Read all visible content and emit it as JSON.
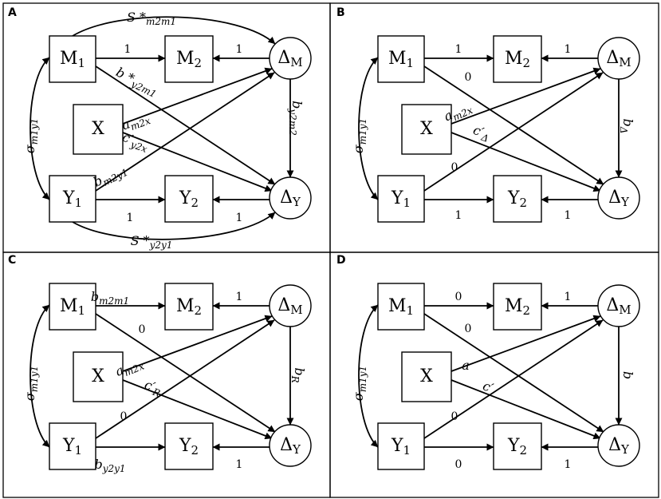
{
  "panels": [
    {
      "label": "A",
      "nodes": {
        "m1": [
          "M",
          "1"
        ],
        "m2": [
          "M",
          "2"
        ],
        "x": [
          "X",
          ""
        ],
        "y1": [
          "Y",
          "1"
        ],
        "y2": [
          "Y",
          "2"
        ],
        "dm": [
          "Δ",
          "M"
        ],
        "dy": [
          "Δ",
          "Y"
        ]
      },
      "edges": {
        "m1_m2": [
          "1",
          ""
        ],
        "dm_m2": [
          "1",
          ""
        ],
        "y1_y2": [
          "1",
          ""
        ],
        "dy_y2": [
          "1",
          ""
        ],
        "m1_dy": [
          "b *",
          "y2m1"
        ],
        "y1_dm": [
          "b",
          "m2y1"
        ],
        "x_dm": [
          "a",
          "m2x"
        ],
        "x_dy": [
          "c′",
          "y2x"
        ],
        "dm_dy": [
          "b",
          "y2m2"
        ],
        "sigma": [
          "σ",
          "m1y1"
        ],
        "s_top": [
          "S *",
          "m2m1"
        ],
        "s_bot": [
          "S *",
          "y2y1"
        ]
      }
    },
    {
      "label": "B",
      "nodes": {
        "m1": [
          "M",
          "1"
        ],
        "m2": [
          "M",
          "2"
        ],
        "x": [
          "X",
          ""
        ],
        "y1": [
          "Y",
          "1"
        ],
        "y2": [
          "Y",
          "2"
        ],
        "dm": [
          "Δ",
          "M"
        ],
        "dy": [
          "Δ",
          "Y"
        ]
      },
      "edges": {
        "m1_m2": [
          "1",
          ""
        ],
        "dm_m2": [
          "1",
          ""
        ],
        "y1_y2": [
          "1",
          ""
        ],
        "dy_y2": [
          "1",
          ""
        ],
        "m1_dy": [
          "0",
          ""
        ],
        "y1_dm": [
          "0",
          ""
        ],
        "x_dm": [
          "a",
          "m2x"
        ],
        "x_dy": [
          "c′",
          "Δ"
        ],
        "dm_dy": [
          "b",
          "Δ"
        ],
        "sigma": [
          "σ",
          "m1y1"
        ]
      }
    },
    {
      "label": "C",
      "nodes": {
        "m1": [
          "M",
          "1"
        ],
        "m2": [
          "M",
          "2"
        ],
        "x": [
          "X",
          ""
        ],
        "y1": [
          "Y",
          "1"
        ],
        "y2": [
          "Y",
          "2"
        ],
        "dm": [
          "Δ",
          "M"
        ],
        "dy": [
          "Δ",
          "Y"
        ]
      },
      "edges": {
        "m1_m2": [
          "b",
          "m2m1"
        ],
        "dm_m2": [
          "1",
          ""
        ],
        "y1_y2": [
          "b",
          "y2y1"
        ],
        "dy_y2": [
          "1",
          ""
        ],
        "m1_dy": [
          "0",
          ""
        ],
        "y1_dm": [
          "0",
          ""
        ],
        "x_dm": [
          "a",
          "m2x"
        ],
        "x_dy": [
          "c′",
          "R"
        ],
        "dm_dy": [
          "b",
          "R"
        ],
        "sigma": [
          "σ",
          "m1y1"
        ]
      }
    },
    {
      "label": "D",
      "nodes": {
        "m1": [
          "M",
          "1"
        ],
        "m2": [
          "M",
          "2"
        ],
        "x": [
          "X",
          ""
        ],
        "y1": [
          "Y",
          "1"
        ],
        "y2": [
          "Y",
          "2"
        ],
        "dm": [
          "Δ",
          "M"
        ],
        "dy": [
          "Δ",
          "Y"
        ]
      },
      "edges": {
        "m1_m2": [
          "0",
          ""
        ],
        "dm_m2": [
          "1",
          ""
        ],
        "y1_y2": [
          "0",
          ""
        ],
        "dy_y2": [
          "1",
          ""
        ],
        "m1_dy": [
          "0",
          ""
        ],
        "y1_dm": [
          "0",
          ""
        ],
        "x_dm": [
          "a",
          ""
        ],
        "x_dy": [
          "c′",
          ""
        ],
        "dm_dy": [
          "b",
          ""
        ],
        "sigma": [
          "σ",
          "m1y1"
        ]
      }
    }
  ]
}
